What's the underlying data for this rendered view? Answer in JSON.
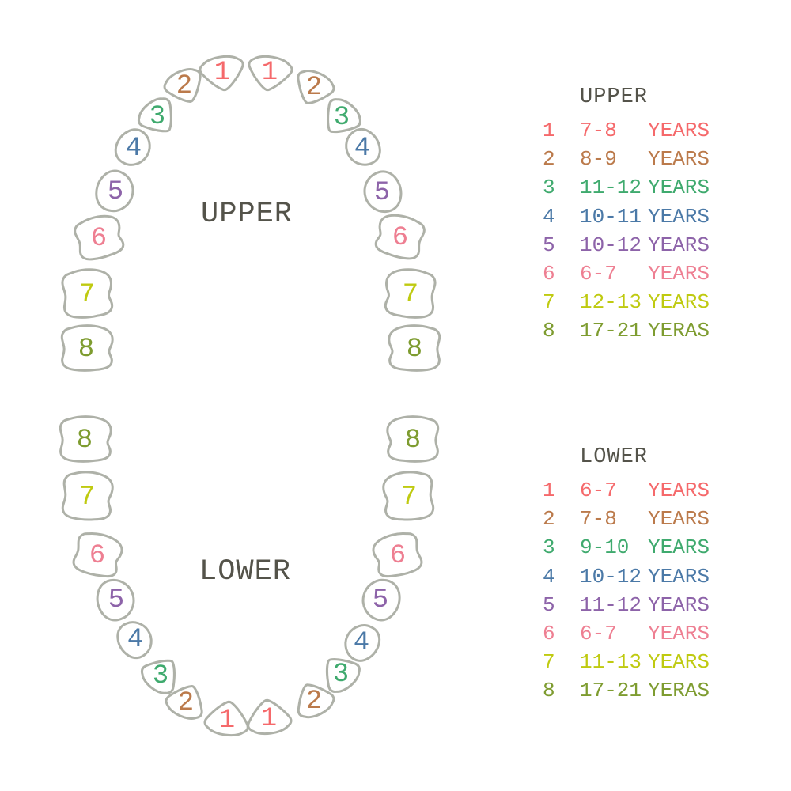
{
  "page": {
    "background": "#ffffff"
  },
  "palette": {
    "tooth_outline": "#aeb1a8",
    "title_color": "#54534a",
    "tooth_colors": {
      "1": "#f5696b",
      "2": "#bb7a4b",
      "3": "#3faa6e",
      "4": "#4b79a7",
      "5": "#8d63a9",
      "6": "#ee7f92",
      "7": "#bfca10",
      "8": "#7e9c30"
    }
  },
  "upper_arch": {
    "label": "UPPER",
    "teeth_left_to_right": [
      "8",
      "7",
      "6",
      "5",
      "4",
      "3",
      "2",
      "1",
      "1",
      "2",
      "3",
      "4",
      "5",
      "6",
      "7",
      "8"
    ]
  },
  "lower_arch": {
    "label": "LOWER",
    "teeth_left_to_right": [
      "8",
      "7",
      "6",
      "5",
      "4",
      "3",
      "2",
      "1",
      "1",
      "2",
      "3",
      "4",
      "5",
      "6",
      "7",
      "8"
    ]
  },
  "legend_upper": {
    "title": "UPPER",
    "rows": [
      {
        "num": "1",
        "range": "7-8",
        "label": "YEARS"
      },
      {
        "num": "2",
        "range": "8-9",
        "label": "YEARS"
      },
      {
        "num": "3",
        "range": "11-12",
        "label": "YEARS"
      },
      {
        "num": "4",
        "range": "10-11",
        "label": "YEARS"
      },
      {
        "num": "5",
        "range": "10-12",
        "label": "YEARS"
      },
      {
        "num": "6",
        "range": "6-7",
        "label": "YEARS"
      },
      {
        "num": "7",
        "range": "12-13",
        "label": "YEARS"
      },
      {
        "num": "8",
        "range": "17-21",
        "label": "YERAS"
      }
    ]
  },
  "legend_lower": {
    "title": "LOWER",
    "rows": [
      {
        "num": "1",
        "range": "6-7",
        "label": "YEARS"
      },
      {
        "num": "2",
        "range": "7-8",
        "label": "YEARS"
      },
      {
        "num": "3",
        "range": "9-10",
        "label": "YEARS"
      },
      {
        "num": "4",
        "range": "10-12",
        "label": "YEARS"
      },
      {
        "num": "5",
        "range": "11-12",
        "label": "YEARS"
      },
      {
        "num": "6",
        "range": "6-7",
        "label": "YEARS"
      },
      {
        "num": "7",
        "range": "11-13",
        "label": "YEARS"
      },
      {
        "num": "8",
        "range": "17-21",
        "label": "YERAS"
      }
    ]
  }
}
